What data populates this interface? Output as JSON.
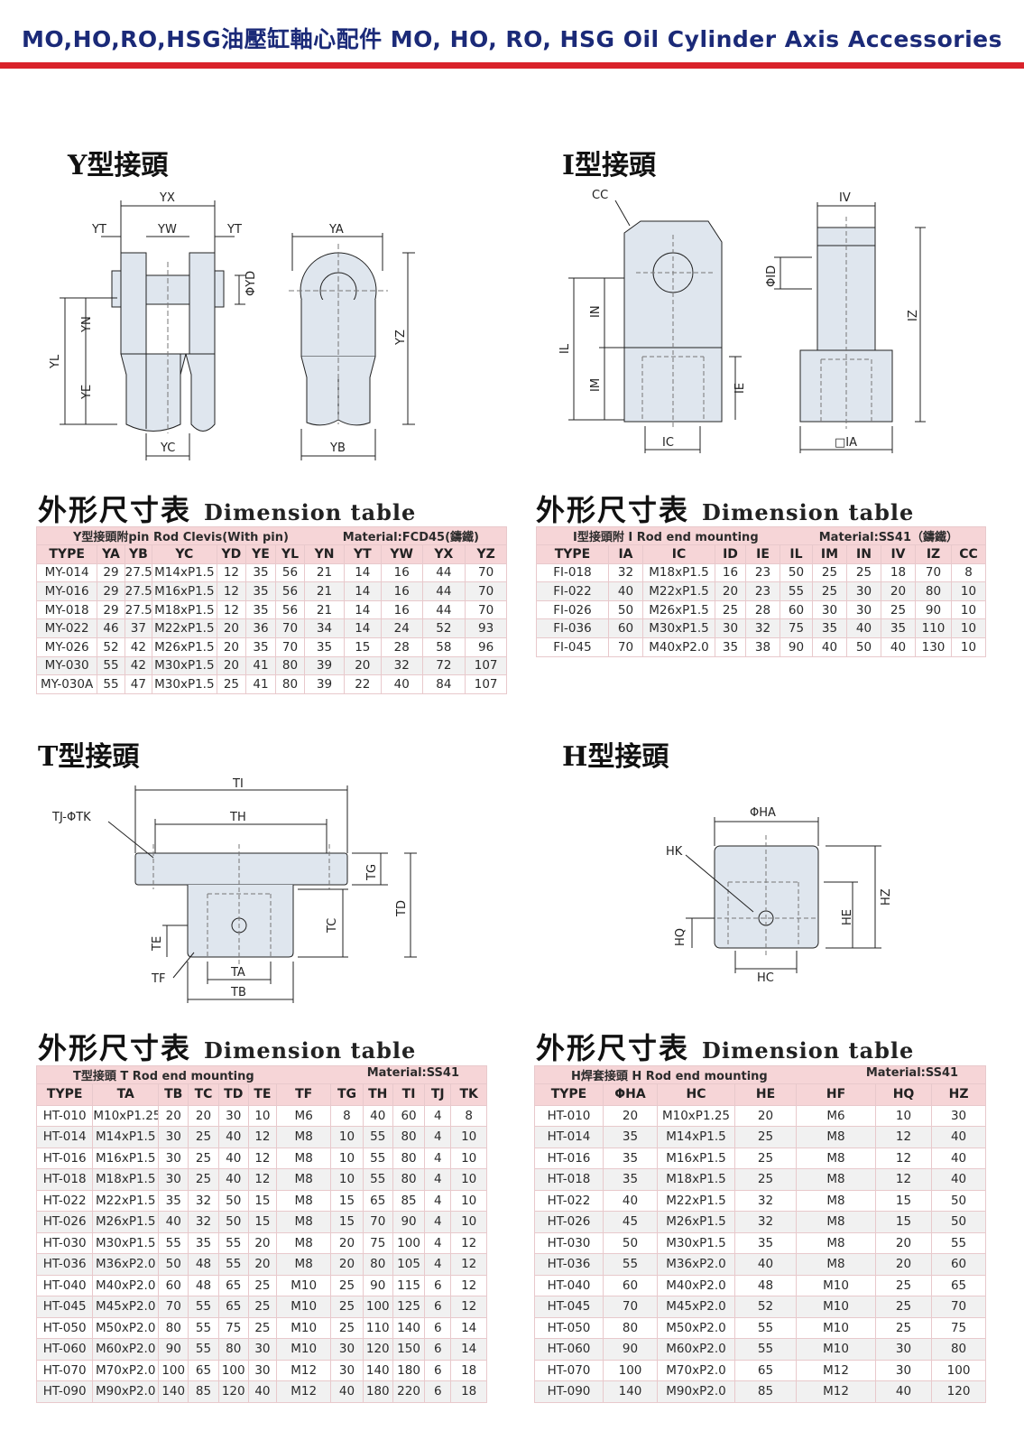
{
  "header": {
    "title": "MO,HO,RO,HSG油壓缸軸心配件 MO, HO, RO, HSG Oil Cylinder Axis Accessories"
  },
  "sections": {
    "y": "Y型接頭",
    "i": "I型接頭",
    "t": "T型接頭",
    "h": "H型接頭"
  },
  "dimension_heading": {
    "cn": "外形尺寸表",
    "en": "Dimension table"
  },
  "diagram_labels": {
    "y": [
      "YX",
      "YT",
      "YW",
      "YT",
      "YA",
      "ΦYD",
      "YN",
      "YL",
      "YE",
      "YZ",
      "YC",
      "YB"
    ],
    "i": [
      "CC",
      "IV",
      "ΦID",
      "IN",
      "IL",
      "IM",
      "IE",
      "IZ",
      "IC",
      "□IA"
    ],
    "t": [
      "TI",
      "TJ-ΦTK",
      "TH",
      "TG",
      "TD",
      "TC",
      "TE",
      "TF",
      "TA",
      "TB"
    ],
    "h": [
      "ΦHA",
      "HK",
      "HE",
      "HZ",
      "HQ",
      "HC"
    ]
  },
  "y_table": {
    "caption_left": "Y型接頭附pin Rod Clevis(With pin)",
    "caption_right": "Material:FCD45(鑄鐵)",
    "headers": [
      "TYPE",
      "YA",
      "YB",
      "YC",
      "YD",
      "YE",
      "YL",
      "YN",
      "YT",
      "YW",
      "YX",
      "YZ"
    ],
    "rows": [
      [
        "MY-014",
        "29",
        "27.5",
        "M14xP1.5",
        "12",
        "35",
        "56",
        "21",
        "14",
        "16",
        "44",
        "70"
      ],
      [
        "MY-016",
        "29",
        "27.5",
        "M16xP1.5",
        "12",
        "35",
        "56",
        "21",
        "14",
        "16",
        "44",
        "70"
      ],
      [
        "MY-018",
        "29",
        "27.5",
        "M18xP1.5",
        "12",
        "35",
        "56",
        "21",
        "14",
        "16",
        "44",
        "70"
      ],
      [
        "MY-022",
        "46",
        "37",
        "M22xP1.5",
        "20",
        "36",
        "70",
        "34",
        "14",
        "24",
        "52",
        "93"
      ],
      [
        "MY-026",
        "52",
        "42",
        "M26xP1.5",
        "20",
        "35",
        "70",
        "35",
        "15",
        "28",
        "58",
        "96"
      ],
      [
        "MY-030",
        "55",
        "42",
        "M30xP1.5",
        "20",
        "41",
        "80",
        "39",
        "20",
        "32",
        "72",
        "107"
      ],
      [
        "MY-030A",
        "55",
        "47",
        "M30xP1.5",
        "25",
        "41",
        "80",
        "39",
        "22",
        "40",
        "84",
        "107"
      ]
    ]
  },
  "i_table": {
    "caption_left": "I型接頭附 I Rod end mounting",
    "caption_right": "Material:SS41（鑄鐵）",
    "headers": [
      "TYPE",
      "IA",
      "IC",
      "ID",
      "IE",
      "IL",
      "IM",
      "IN",
      "IV",
      "IZ",
      "CC"
    ],
    "rows": [
      [
        "FI-018",
        "32",
        "M18xP1.5",
        "16",
        "23",
        "50",
        "25",
        "25",
        "18",
        "70",
        "8"
      ],
      [
        "FI-022",
        "40",
        "M22xP1.5",
        "20",
        "23",
        "55",
        "25",
        "30",
        "20",
        "80",
        "10"
      ],
      [
        "FI-026",
        "50",
        "M26xP1.5",
        "25",
        "28",
        "60",
        "30",
        "30",
        "25",
        "90",
        "10"
      ],
      [
        "FI-036",
        "60",
        "M30xP1.5",
        "30",
        "32",
        "75",
        "35",
        "40",
        "35",
        "110",
        "10"
      ],
      [
        "FI-045",
        "70",
        "M40xP2.0",
        "35",
        "38",
        "90",
        "40",
        "50",
        "40",
        "130",
        "10"
      ]
    ]
  },
  "t_table": {
    "caption_left": "T型接頭 T Rod end mounting",
    "caption_right": "Material:SS41",
    "headers": [
      "TYPE",
      "TA",
      "TB",
      "TC",
      "TD",
      "TE",
      "TF",
      "TG",
      "TH",
      "TI",
      "TJ",
      "TK"
    ],
    "rows": [
      [
        "HT-010",
        "M10xP1.25",
        "20",
        "20",
        "30",
        "10",
        "M6",
        "8",
        "40",
        "60",
        "4",
        "8"
      ],
      [
        "HT-014",
        "M14xP1.5",
        "30",
        "25",
        "40",
        "12",
        "M8",
        "10",
        "55",
        "80",
        "4",
        "10"
      ],
      [
        "HT-016",
        "M16xP1.5",
        "30",
        "25",
        "40",
        "12",
        "M8",
        "10",
        "55",
        "80",
        "4",
        "10"
      ],
      [
        "HT-018",
        "M18xP1.5",
        "30",
        "25",
        "40",
        "12",
        "M8",
        "10",
        "55",
        "80",
        "4",
        "10"
      ],
      [
        "HT-022",
        "M22xP1.5",
        "35",
        "32",
        "50",
        "15",
        "M8",
        "15",
        "65",
        "85",
        "4",
        "10"
      ],
      [
        "HT-026",
        "M26xP1.5",
        "40",
        "32",
        "50",
        "15",
        "M8",
        "15",
        "70",
        "90",
        "4",
        "10"
      ],
      [
        "HT-030",
        "M30xP1.5",
        "55",
        "35",
        "55",
        "20",
        "M8",
        "20",
        "75",
        "100",
        "4",
        "12"
      ],
      [
        "HT-036",
        "M36xP2.0",
        "50",
        "48",
        "55",
        "20",
        "M8",
        "20",
        "80",
        "105",
        "4",
        "12"
      ],
      [
        "HT-040",
        "M40xP2.0",
        "60",
        "48",
        "65",
        "25",
        "M10",
        "25",
        "90",
        "115",
        "6",
        "12"
      ],
      [
        "HT-045",
        "M45xP2.0",
        "70",
        "55",
        "65",
        "25",
        "M10",
        "25",
        "100",
        "125",
        "6",
        "12"
      ],
      [
        "HT-050",
        "M50xP2.0",
        "80",
        "55",
        "75",
        "25",
        "M10",
        "25",
        "110",
        "140",
        "6",
        "14"
      ],
      [
        "HT-060",
        "M60xP2.0",
        "90",
        "55",
        "80",
        "30",
        "M10",
        "30",
        "120",
        "150",
        "6",
        "14"
      ],
      [
        "HT-070",
        "M70xP2.0",
        "100",
        "65",
        "100",
        "30",
        "M12",
        "30",
        "140",
        "180",
        "6",
        "18"
      ],
      [
        "HT-090",
        "M90xP2.0",
        "140",
        "85",
        "120",
        "40",
        "M12",
        "40",
        "180",
        "220",
        "6",
        "18"
      ]
    ]
  },
  "h_table": {
    "caption_left": "H焊套接頭 H Rod end mounting",
    "caption_right": "Material:SS41",
    "headers": [
      "TYPE",
      "ΦHA",
      "HC",
      "HE",
      "HF",
      "HQ",
      "HZ"
    ],
    "rows": [
      [
        "HT-010",
        "20",
        "M10xP1.25",
        "20",
        "M6",
        "10",
        "30"
      ],
      [
        "HT-014",
        "35",
        "M14xP1.5",
        "25",
        "M8",
        "12",
        "40"
      ],
      [
        "HT-016",
        "35",
        "M16xP1.5",
        "25",
        "M8",
        "12",
        "40"
      ],
      [
        "HT-018",
        "35",
        "M18xP1.5",
        "25",
        "M8",
        "12",
        "40"
      ],
      [
        "HT-022",
        "40",
        "M22xP1.5",
        "32",
        "M8",
        "15",
        "50"
      ],
      [
        "HT-026",
        "45",
        "M26xP1.5",
        "32",
        "M8",
        "15",
        "50"
      ],
      [
        "HT-030",
        "50",
        "M30xP1.5",
        "35",
        "M8",
        "20",
        "55"
      ],
      [
        "HT-036",
        "55",
        "M36xP2.0",
        "40",
        "M8",
        "20",
        "60"
      ],
      [
        "HT-040",
        "60",
        "M40xP2.0",
        "48",
        "M10",
        "25",
        "65"
      ],
      [
        "HT-045",
        "70",
        "M45xP2.0",
        "52",
        "M10",
        "25",
        "70"
      ],
      [
        "HT-050",
        "80",
        "M50xP2.0",
        "55",
        "M10",
        "25",
        "75"
      ],
      [
        "HT-060",
        "90",
        "M60xP2.0",
        "55",
        "M10",
        "30",
        "80"
      ],
      [
        "HT-070",
        "100",
        "M70xP2.0",
        "65",
        "M12",
        "30",
        "100"
      ],
      [
        "HT-090",
        "140",
        "M90xP2.0",
        "85",
        "M12",
        "40",
        "120"
      ]
    ]
  },
  "colors": {
    "header_bar": "#d9232a",
    "header_text": "#1b2a78",
    "table_header_bg": "#f6d5d7",
    "part_fill": "#dfe6ee"
  }
}
